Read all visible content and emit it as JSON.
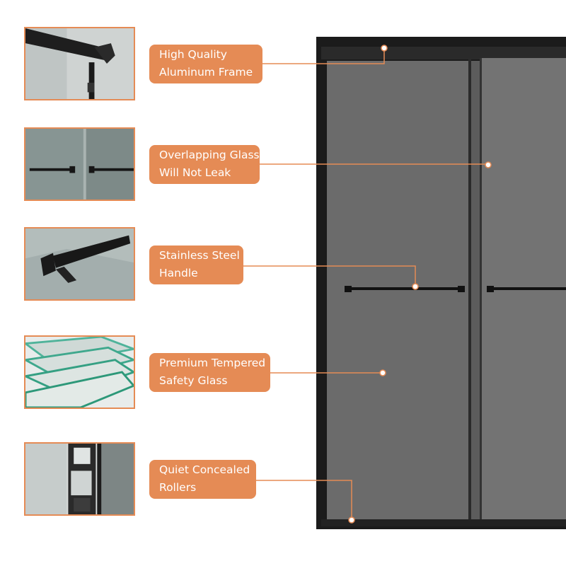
{
  "features": [
    {
      "id": "frame",
      "line1": "High Quality",
      "line2": "Aluminum Frame"
    },
    {
      "id": "overlap",
      "line1": "Overlapping Glass",
      "line2": "Will Not Leak"
    },
    {
      "id": "handle",
      "line1": "Stainless Steel",
      "line2": "Handle"
    },
    {
      "id": "glass",
      "line1": "Premium Tempered",
      "line2": "Safety Glass"
    },
    {
      "id": "rollers",
      "line1": "Quiet Concealed",
      "line2": "Rollers"
    }
  ],
  "colors": {
    "accent": "#e58b55",
    "frame": "#1b1b1b",
    "glass": "#6d6d6d",
    "background": "#ffffff"
  },
  "icons": [
    "aluminum-frame-closeup",
    "overlapping-glass-closeup",
    "stainless-handle-closeup",
    "tempered-glass-edge-closeup",
    "concealed-roller-closeup"
  ]
}
